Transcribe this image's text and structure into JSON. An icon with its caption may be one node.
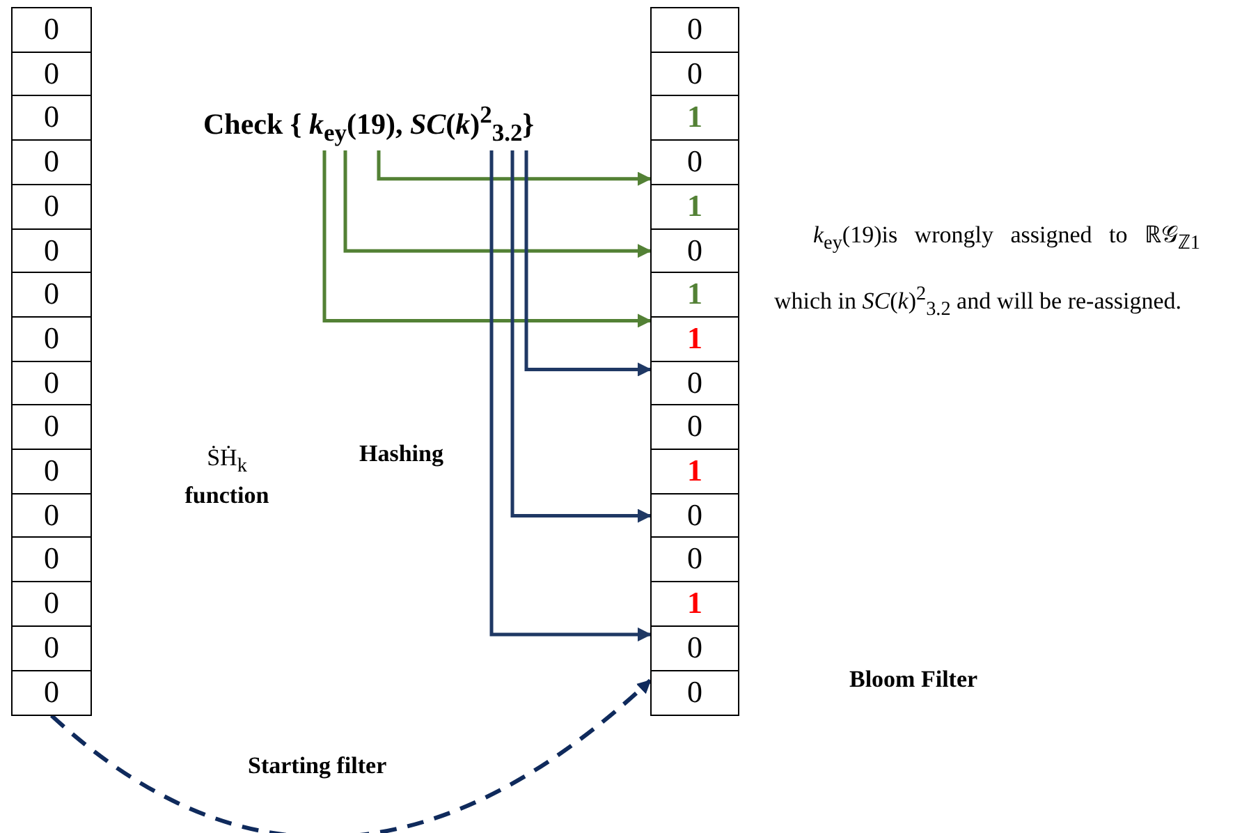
{
  "diagram": {
    "nodes": [
      {
        "text": [
          "Check { *k*$_{ey}$(19), *SC*(*k*)$^{2}$$_{3.2}$}"
        ]
      },
      {
        "text": [
          "0"
        ]
      },
      {
        "text": [
          "0"
        ]
      },
      {
        "text": [
          "0"
        ]
      },
      {
        "text": [
          "0"
        ]
      },
      {
        "text": [
          "0"
        ]
      },
      {
        "text": [
          "0"
        ]
      },
      {
        "text": [
          "0"
        ]
      },
      {
        "text": [
          "0"
        ]
      },
      {
        "text": [
          "0"
        ]
      },
      {
        "text": [
          "0"
        ]
      },
      {
        "text": [
          "0"
        ]
      },
      {
        "text": [
          "0"
        ]
      },
      {
        "text": [
          "0"
        ]
      },
      {
        "text": [
          "0"
        ]
      },
      {
        "text": [
          "0"
        ]
      },
      {
        "text": [
          "0"
        ]
      },
      {
        "text": [
          "0"
        ]
      },
      {
        "text": [
          "0"
        ]
      },
      {
        "text": [
          "1"
        ]
      },
      {
        "text": [
          "0"
        ]
      },
      {
        "text": [
          "1"
        ]
      },
      {
        "text": [
          "0"
        ]
      },
      {
        "text": [
          "1"
        ]
      },
      {
        "text": [
          "1"
        ]
      },
      {
        "text": [
          "0"
        ]
      },
      {
        "text": [
          "0"
        ]
      },
      {
        "text": [
          "1"
        ]
      },
      {
        "text": [
          "0"
        ]
      },
      {
        "text": [
          "0"
        ]
      },
      {
        "text": [
          "1"
        ]
      },
      {
        "text": [
          "0"
        ]
      },
      {
        "text": [
          "0"
        ]
      }
    ],
    "edges": [
      {
        "from": 0,
        "to": 20,
        "arrow": "to",
        "color": "#538135"
      },
      {
        "from": 0,
        "to": 22,
        "arrow": "to",
        "color": "#538135"
      },
      {
        "from": 0,
        "to": 24,
        "arrow": "to",
        "color": "#538135"
      },
      {
        "from": 0,
        "to": 25,
        "arrow": "to",
        "color": "#1f3864"
      },
      {
        "from": 0,
        "to": 28,
        "arrow": "to",
        "color": "#1f3864"
      },
      {
        "from": 0,
        "to": 31,
        "arrow": "to",
        "color": "#1f3864"
      },
      {
        "from": 16,
        "to": 32,
        "arrow": "to",
        "style": "dashed",
        "color": "#0f2a5c",
        "label": "Starting filter"
      }
    ],
    "labels": [
      "*k*$_{ey}$(19)is wrongly assigned to ℝ𝒢$_{ℤ1}$ which in *SC*(*k*)$^{2}$$_{3.2}$ and will be re-assigned.",
      "ṠḢ$_{k}$ **function**",
      "Hashing",
      "Bloom Filter"
    ]
  }
}
